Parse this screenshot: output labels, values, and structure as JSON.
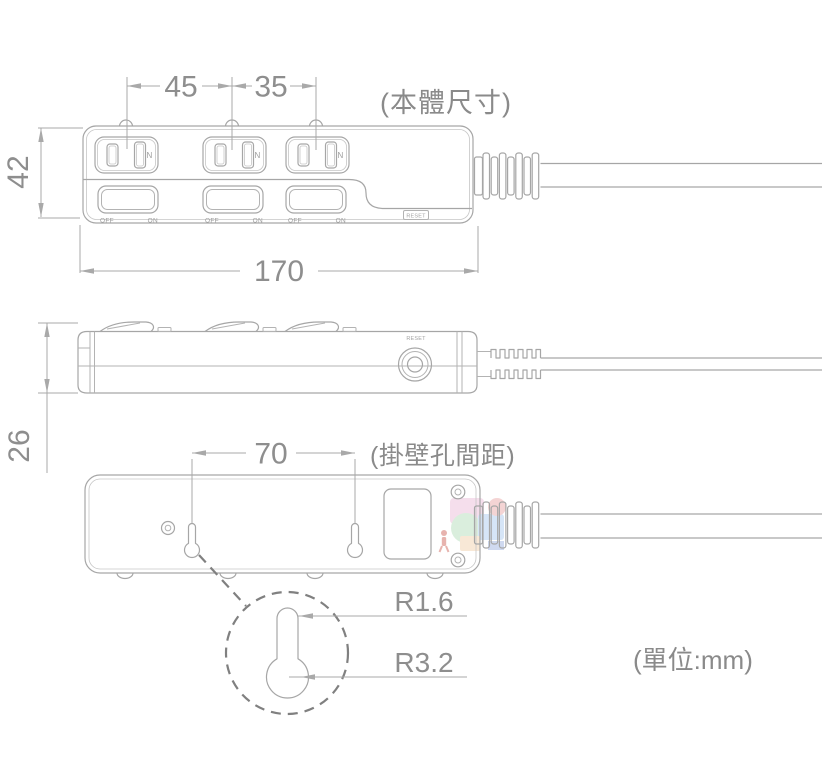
{
  "drawing": {
    "captions": {
      "body_size": "(本體尺寸)",
      "wall_hole_pitch": "(掛壁孔間距)",
      "units": "(單位:mm)"
    },
    "dimensions": {
      "socket_pitch_1": "45",
      "socket_pitch_2": "35",
      "body_height": "42",
      "body_length": "170",
      "body_thickness": "26",
      "hole_pitch": "70",
      "slot_radius": "R1.6",
      "hole_radius": "R3.2"
    },
    "labels": {
      "off": "OFF",
      "on": "ON",
      "neutral": "N",
      "reset": "RESET"
    },
    "colors": {
      "line": "#a6a6a6",
      "text": "#8e8e8e"
    }
  }
}
